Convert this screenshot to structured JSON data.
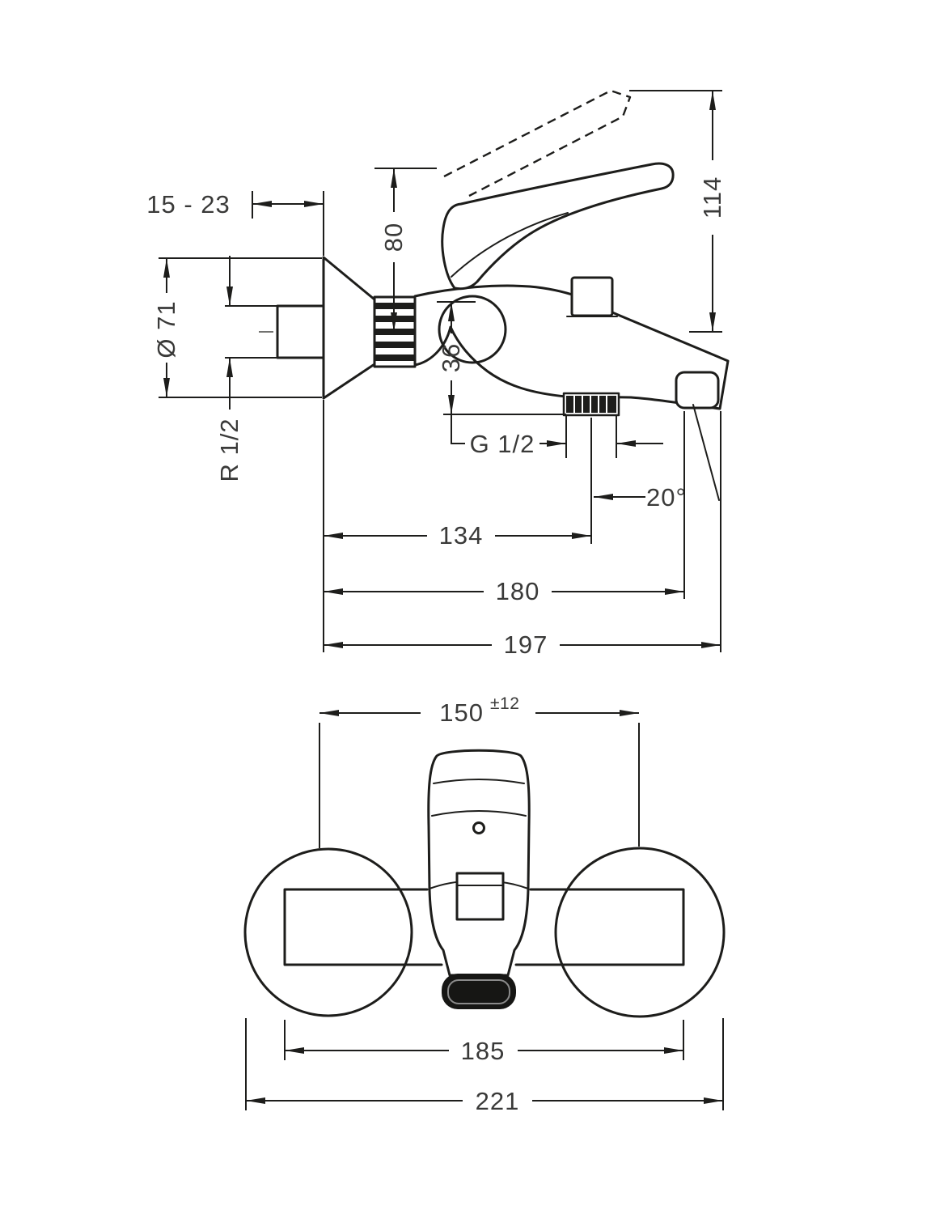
{
  "page": {
    "background": "#ffffff"
  },
  "drawing": {
    "line_color": "#1d1d1b",
    "text_color": "#3a3a39",
    "views": {
      "side": {
        "wall_offset": "15 - 23",
        "handle_height": "80",
        "total_height": "114",
        "escutcheon_diameter": "Ø 71",
        "inlet_thread": "R 1/2",
        "spout_drop": "36",
        "outlet_thread": "G 1/2",
        "spout_angle": "20°",
        "outlet_offset": "134",
        "spout_reach": "180",
        "total_depth": "197"
      },
      "front": {
        "connection_centers": "150",
        "connection_tolerance": "±12",
        "body_width": "185",
        "total_width": "221"
      }
    }
  }
}
